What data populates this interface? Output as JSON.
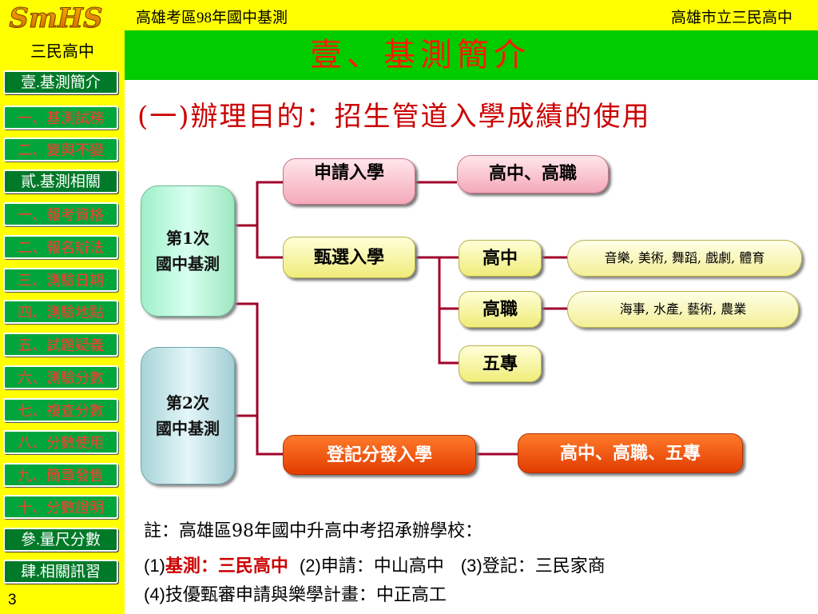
{
  "header": {
    "logo_text": "SmHS",
    "left_text": "高雄考區98年國中基測",
    "right_text": "高雄市立三民高中"
  },
  "title": "壹、基測簡介",
  "sidebar": {
    "school": "三民高中",
    "items": [
      {
        "label": "壹.基測簡介",
        "type": "main"
      },
      {
        "label": "一、基測試務",
        "type": "sub"
      },
      {
        "label": "二、變與不變",
        "type": "sub"
      },
      {
        "label": "貳.基測相關",
        "type": "main"
      },
      {
        "label": "一、報考資格",
        "type": "sub"
      },
      {
        "label": "二、報名辦法",
        "type": "sub"
      },
      {
        "label": "三、測驗日期",
        "type": "sub"
      },
      {
        "label": "四、測驗地點",
        "type": "sub"
      },
      {
        "label": "五、試題疑義",
        "type": "sub"
      },
      {
        "label": "六、測驗分數",
        "type": "sub"
      },
      {
        "label": "七、複查分數",
        "type": "sub"
      },
      {
        "label": "八、分數使用",
        "type": "sub"
      },
      {
        "label": "九、簡章發售",
        "type": "sub"
      },
      {
        "label": "十、分數證明",
        "type": "sub"
      },
      {
        "label": "參.量尺分數",
        "type": "main"
      },
      {
        "label": "肆.相關訊習",
        "type": "main"
      }
    ],
    "page_number": "3"
  },
  "subtitle": "(一)辦理目的：招生管道入學成績的使用",
  "diagram": {
    "exam1": {
      "line1": "第1次",
      "line2": "國中基測"
    },
    "exam2": {
      "line1": "第2次",
      "line2": "國中基測"
    },
    "apply": "申請入學",
    "apply_target": "高中、高職",
    "select": "甄選入學",
    "select_hs": "高中",
    "select_hs_fields": "音樂, 美術, 舞蹈, 戲劇, 體育",
    "select_voc": "高職",
    "select_voc_fields": "海事, 水產, 藝術, 農業",
    "select_jc": "五專",
    "register": "登記分發入學",
    "register_target": "高中、高職、五專"
  },
  "notes": {
    "line1": "註：高雄區98年國中升高中考招承辦學校：",
    "p1_prefix": "(1)",
    "p1_red": "基測：三民高中",
    "p2_prefix": "(2)",
    "p2_text": "申請：中山高中",
    "p3_prefix": "(3)",
    "p3_text": "登記：三民家商",
    "p4_prefix": "(4)",
    "p4_text": "技優甄審申請與樂學計畫：中正高工"
  },
  "colors": {
    "header_yellow": "#ffff00",
    "title_green": "#00cc00",
    "title_red": "#ff1a00",
    "nav_dark_green": "#007a28",
    "nav_green": "#00a63c",
    "nav_sub_text": "#ff3b2f",
    "connector": "#a0002a"
  }
}
